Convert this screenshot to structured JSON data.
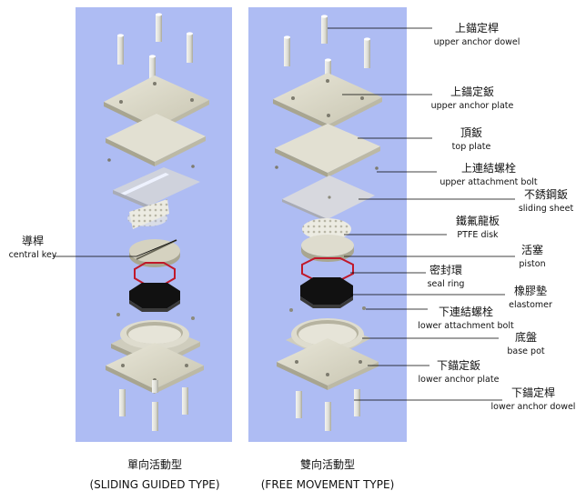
{
  "panels": {
    "left": {
      "caption_zh": "單向活動型",
      "caption_en": "(SLIDING GUIDED TYPE)"
    },
    "right": {
      "caption_zh": "雙向活動型",
      "caption_en": "(FREE MOVEMENT TYPE)"
    }
  },
  "labels": [
    {
      "zh": "上錨定桿",
      "en": "upper anchor dowel"
    },
    {
      "zh": "上錨定鈑",
      "en": "upper anchor  plate"
    },
    {
      "zh": "頂鈑",
      "en": "top  plate"
    },
    {
      "zh": "上連結螺栓",
      "en": "upper attachment bolt"
    },
    {
      "zh": "不銹鋼鈑",
      "en": "sliding sheet"
    },
    {
      "zh": "鐵氟龍板",
      "en": "PTFE disk"
    },
    {
      "zh": "活塞",
      "en": "piston"
    },
    {
      "zh": "密封環",
      "en": "seal ring"
    },
    {
      "zh": "橡膠墊",
      "en": "elastomer"
    },
    {
      "zh": "下連結螺栓",
      "en": "lower attachment bolt"
    },
    {
      "zh": "底盤",
      "en": "base pot"
    },
    {
      "zh": "下錨定鈑",
      "en": "lower anchor  plate"
    },
    {
      "zh": "下錨定桿",
      "en": "lower anchor dowel"
    }
  ],
  "left_label": {
    "zh": "導桿",
    "en": "central key"
  },
  "colors": {
    "panel_bg": "#aebcf3",
    "metal": "#d9d7c7",
    "metal_dark": "#b9b6a3",
    "seal": "#c0182a",
    "elastomer": "#111111"
  }
}
